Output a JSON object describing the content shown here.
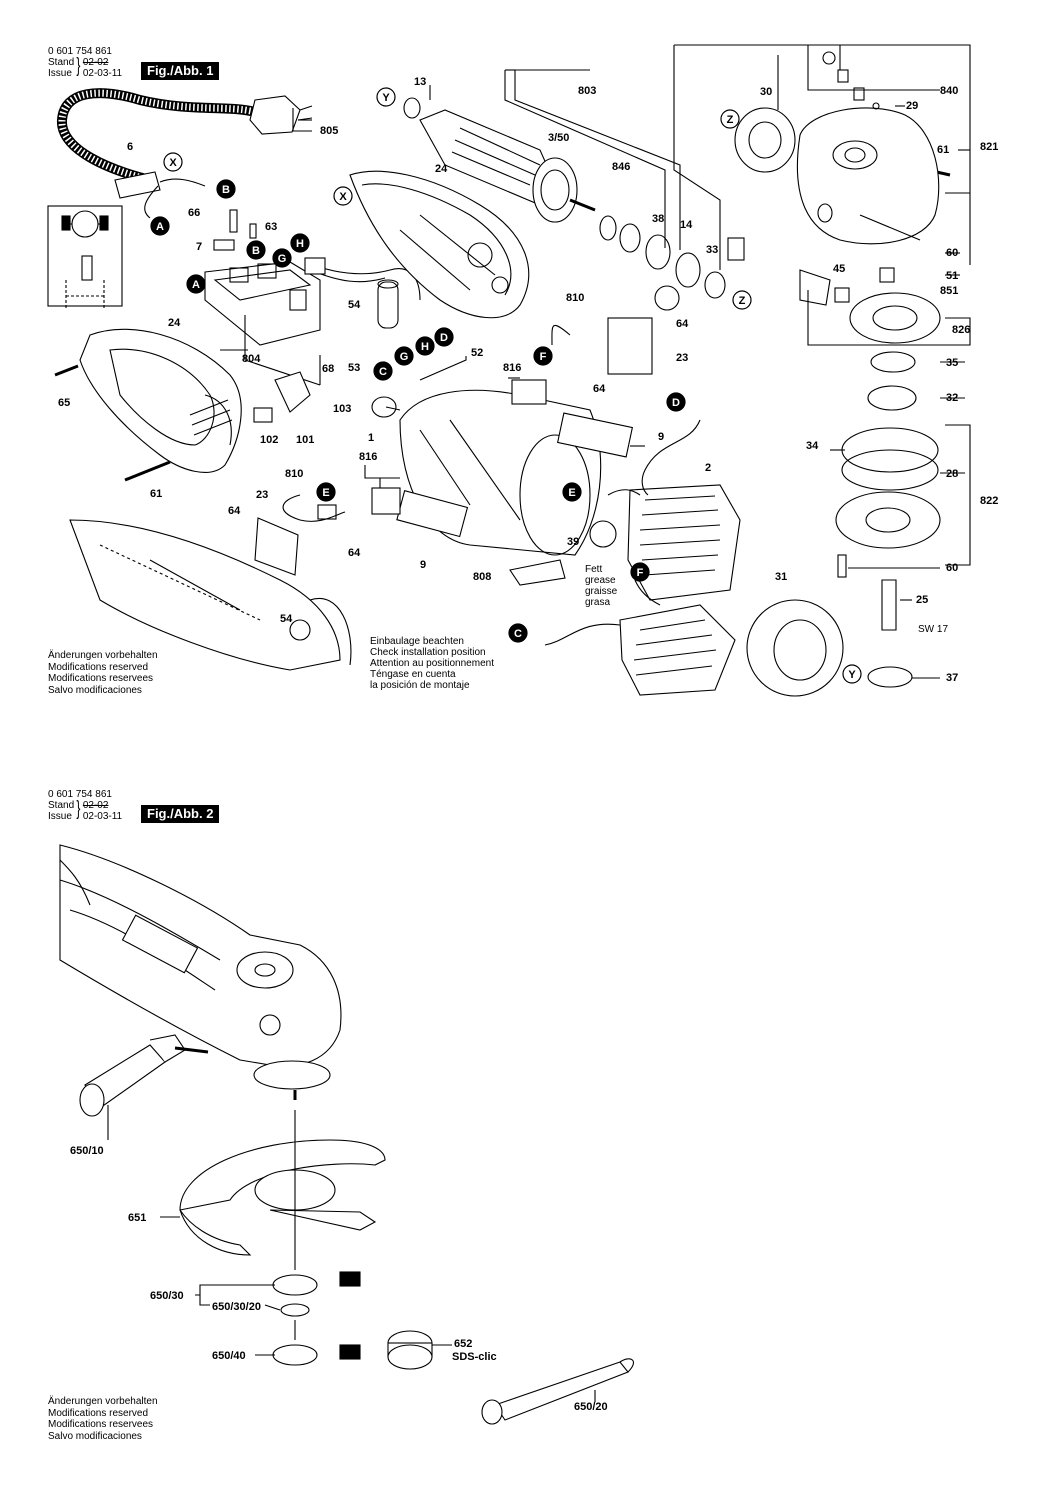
{
  "fig1": {
    "part_number": "0 601 754 861",
    "stand_label": "Stand",
    "issue_label": "Issue",
    "stand_date": "02-02",
    "issue_date": "02-03-11",
    "figure_label": "Fig./Abb. 1",
    "modifications": [
      "Änderungen vorbehalten",
      "Modifications reserved",
      "Modifications reservees",
      "Salvo modificaciones"
    ],
    "install_note": [
      "Einbaulage beachten",
      "Check installation position",
      "Attention au positionnement",
      "Téngase en cuenta",
      "la posición de montaje"
    ],
    "grease_note": [
      "Fett",
      "grease",
      "graisse",
      "grasa"
    ],
    "sw_label": "SW 17",
    "part_labels": [
      "13",
      "803",
      "30",
      "840",
      "29",
      "61",
      "821",
      "805",
      "6",
      "3/50",
      "24",
      "846",
      "38",
      "14",
      "33",
      "60",
      "51",
      "851",
      "45",
      "826",
      "66",
      "63",
      "7",
      "54",
      "810",
      "64",
      "23",
      "35",
      "32",
      "34",
      "28",
      "822",
      "24",
      "804",
      "68",
      "53",
      "52",
      "816",
      "64",
      "65",
      "102",
      "101",
      "103",
      "1",
      "9",
      "2",
      "61",
      "810",
      "23",
      "816",
      "64",
      "64",
      "39",
      "9",
      "808",
      "31",
      "25",
      "37",
      "54",
      "60"
    ],
    "callouts": [
      "X",
      "Y",
      "Z",
      "B",
      "A",
      "G",
      "H",
      "D",
      "C",
      "F",
      "E"
    ]
  },
  "fig2": {
    "part_number": "0 601 754 861",
    "stand_label": "Stand",
    "issue_label": "Issue",
    "stand_date": "02-02",
    "issue_date": "02-03-11",
    "figure_label": "Fig./Abb. 2",
    "modifications": [
      "Änderungen vorbehalten",
      "Modifications reserved",
      "Modifications reservees",
      "Salvo modificaciones"
    ],
    "part_labels": [
      "650/10",
      "651",
      "650/30",
      "650/30/20",
      "650/40",
      "652",
      "650/20"
    ],
    "sds_label": "SDS-clic"
  }
}
